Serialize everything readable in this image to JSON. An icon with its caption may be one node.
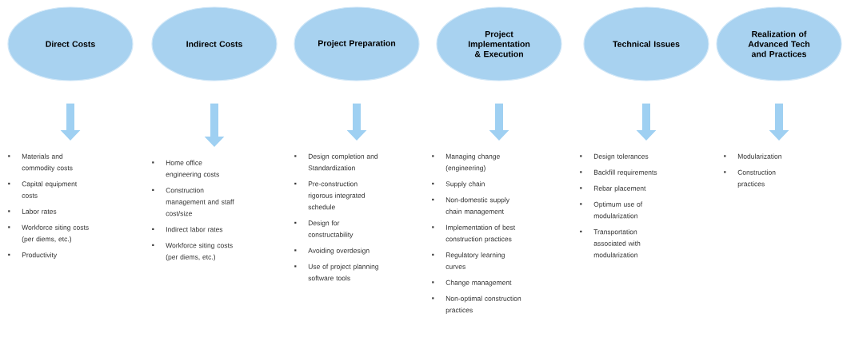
{
  "diagram": {
    "nodes": [
      {
        "text": [
          "Direct Costs"
        ]
      },
      {
        "text": [
          "Indirect Costs"
        ]
      },
      {
        "text": [
          "Project Preparation"
        ]
      },
      {
        "text": [
          "Project Implementation & Execution"
        ]
      },
      {
        "text": [
          "Technical Issues"
        ]
      },
      {
        "text": [
          "Realization of Advanced Tech and Practices"
        ]
      },
      {
        "text": [
          "Materials and commodity costs",
          "Capital equipment costs",
          "Labor rates",
          "Workforce siting costs (per diems, etc.)",
          "Productivity"
        ]
      },
      {
        "text": [
          "Home office engineering costs",
          "Construction management and staff cost/size",
          "Indirect labor rates",
          "Workforce siting costs (per diems, etc.)"
        ]
      },
      {
        "text": [
          "Design completion and Standardization",
          "Pre-construction rigorous integrated schedule",
          "Design for constructability",
          "Avoiding overdesign",
          "Use of project planning software tools"
        ]
      },
      {
        "text": [
          "Managing change (engineering)",
          "Supply chain",
          "Non-domestic supply chain management",
          "Implementation of best construction practices",
          "Regulatory learning curves",
          "Change management",
          "Non-optimal construction practices"
        ]
      },
      {
        "text": [
          "Design tolerances",
          "Backfill requirements",
          "Rebar placement",
          "Optimum use of modularization",
          "Transportation associated with modularization"
        ]
      },
      {
        "text": [
          "Modularization",
          "Construction practices"
        ]
      }
    ],
    "edges": [
      {
        "from": 0,
        "to": 6,
        "arrow": "to"
      },
      {
        "from": 1,
        "to": 7,
        "arrow": "to"
      },
      {
        "from": 2,
        "to": 8,
        "arrow": "to"
      },
      {
        "from": 3,
        "to": 9,
        "arrow": "to"
      },
      {
        "from": 4,
        "to": 10,
        "arrow": "to"
      },
      {
        "from": 5,
        "to": 11,
        "arrow": "to"
      }
    ]
  }
}
